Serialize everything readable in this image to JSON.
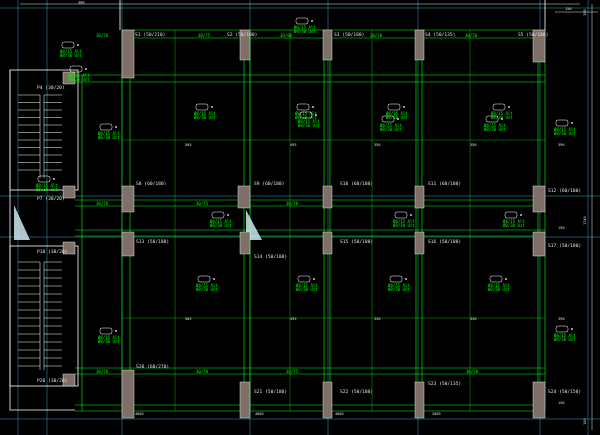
{
  "drawing": {
    "background": "#000000",
    "colors": {
      "structure": "#ffffff",
      "beam": "#00ff00",
      "column": "#7f6f69",
      "grid": "#32bcd6",
      "reinforcement": "#00ff00",
      "stair": "#ffffff"
    },
    "top_dimensions": [
      "300",
      "150"
    ],
    "right_dimensions": [
      "150",
      "1740",
      "150"
    ],
    "slab_labels": [
      {
        "id": "s1",
        "text": "S1 (50/210)"
      },
      {
        "id": "s2",
        "text": "S2 (50/180)"
      },
      {
        "id": "s3",
        "text": "S3 (50/180)"
      },
      {
        "id": "s4",
        "text": "S4 (50/135)"
      },
      {
        "id": "s5",
        "text": "S5 (50/180)"
      },
      {
        "id": "p4",
        "text": "P4 (30/20)"
      },
      {
        "id": "s8",
        "text": "S8 (60/180)"
      },
      {
        "id": "s9",
        "text": "S9 (60/180)"
      },
      {
        "id": "s10",
        "text": "S10 (60/180)"
      },
      {
        "id": "s11",
        "text": "S11 (60/180)"
      },
      {
        "id": "s12",
        "text": "S12 (60/180)"
      },
      {
        "id": "p7",
        "text": "P7 (30/20)"
      },
      {
        "id": "s13",
        "text": "S13 (50/180)"
      },
      {
        "id": "s14",
        "text": "S14 (50/180)"
      },
      {
        "id": "s15",
        "text": "S15 (50/180)"
      },
      {
        "id": "s16",
        "text": "S16 (50/180)"
      },
      {
        "id": "s17",
        "text": "S17 (50/180)"
      },
      {
        "id": "p10",
        "text": "P10 (30/20)"
      },
      {
        "id": "p20",
        "text": "P20 (30/20)"
      },
      {
        "id": "s20",
        "text": "S20 (60/270)"
      },
      {
        "id": "s21",
        "text": "S21 (50/180)"
      },
      {
        "id": "s22",
        "text": "S22 (50/180)"
      },
      {
        "id": "s23",
        "text": "S23 (50/135)"
      },
      {
        "id": "s24",
        "text": "S24 (50/150)"
      }
    ],
    "beam_labels": [
      "30/70",
      "30/75",
      "30/80",
      "30/70",
      "30/70",
      "30/70",
      "30/75",
      "30/70",
      "30/70",
      "30/70",
      "30/75",
      "30/70"
    ],
    "span_labels": [
      "505",
      "495",
      "350",
      "350",
      "390",
      "505",
      "495",
      "350",
      "350",
      "390",
      "150",
      "150"
    ],
    "rebar_note": [
      "Ø8/15 Alt",
      "Ø8/30 Ust"
    ],
    "misc_labels": [
      "4005",
      "4005",
      "4005",
      "2005"
    ]
  }
}
